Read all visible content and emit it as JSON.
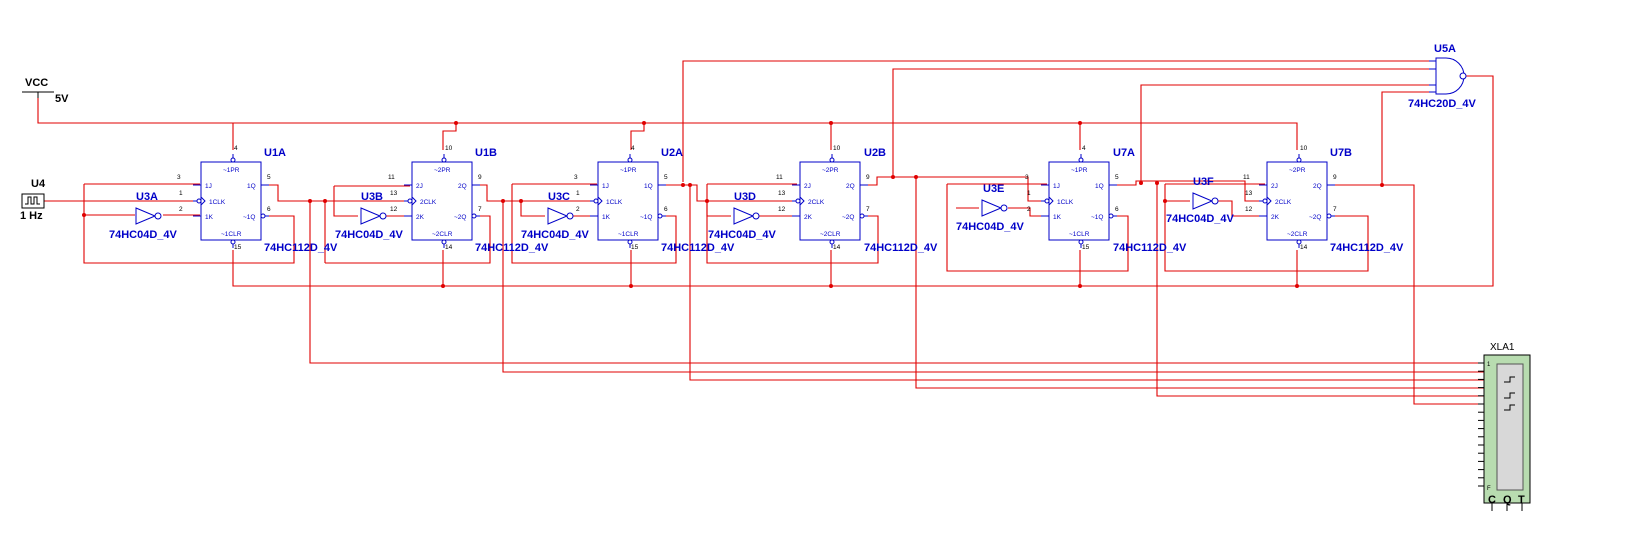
{
  "power": {
    "name": "VCC",
    "value": "5V"
  },
  "clock": {
    "name": "U4",
    "freq": "1 Hz"
  },
  "flipflops": [
    {
      "ref": "U1A",
      "part": "74HC112D_4V",
      "clk": "1CLK",
      "j": "1J",
      "k": "1K",
      "q": "1Q",
      "qn": "~1Q",
      "pr": "~1PR",
      "clr": "~1CLR",
      "pj": "3",
      "pc": "1",
      "pk": "2",
      "pq": "5",
      "pqn": "6",
      "ppr": "4",
      "pclr": "15"
    },
    {
      "ref": "U1B",
      "part": "74HC112D_4V",
      "clk": "2CLK",
      "j": "2J",
      "k": "2K",
      "q": "2Q",
      "qn": "~2Q",
      "pr": "~2PR",
      "clr": "~2CLR",
      "pj": "11",
      "pc": "13",
      "pk": "12",
      "pq": "9",
      "pqn": "7",
      "ppr": "10",
      "pclr": "14"
    },
    {
      "ref": "U2A",
      "part": "74HC112D_4V",
      "clk": "1CLK",
      "j": "1J",
      "k": "1K",
      "q": "1Q",
      "qn": "~1Q",
      "pr": "~1PR",
      "clr": "~1CLR",
      "pj": "3",
      "pc": "1",
      "pk": "2",
      "pq": "5",
      "pqn": "6",
      "ppr": "4",
      "pclr": "15"
    },
    {
      "ref": "U2B",
      "part": "74HC112D_4V",
      "clk": "2CLK",
      "j": "2J",
      "k": "2K",
      "q": "2Q",
      "qn": "~2Q",
      "pr": "~2PR",
      "clr": "~2CLR",
      "pj": "11",
      "pc": "13",
      "pk": "12",
      "pq": "9",
      "pqn": "7",
      "ppr": "10",
      "pclr": "14"
    },
    {
      "ref": "U7A",
      "part": "74HC112D_4V",
      "clk": "1CLK",
      "j": "1J",
      "k": "1K",
      "q": "1Q",
      "qn": "~1Q",
      "pr": "~1PR",
      "clr": "~1CLR",
      "pj": "3",
      "pc": "1",
      "pk": "2",
      "pq": "5",
      "pqn": "6",
      "ppr": "4",
      "pclr": "15"
    },
    {
      "ref": "U7B",
      "part": "74HC112D_4V",
      "clk": "2CLK",
      "j": "2J",
      "k": "2K",
      "q": "2Q",
      "qn": "~2Q",
      "pr": "~2PR",
      "clr": "~2CLR",
      "pj": "11",
      "pc": "13",
      "pk": "12",
      "pq": "9",
      "pqn": "7",
      "ppr": "10",
      "pclr": "14"
    }
  ],
  "inverters": [
    {
      "ref": "U3A",
      "part": "74HC04D_4V"
    },
    {
      "ref": "U3B",
      "part": "74HC04D_4V"
    },
    {
      "ref": "U3C",
      "part": "74HC04D_4V"
    },
    {
      "ref": "U3D",
      "part": "74HC04D_4V"
    },
    {
      "ref": "U3E",
      "part": "74HC04D_4V"
    },
    {
      "ref": "U3F",
      "part": "74HC04D_4V"
    }
  ],
  "nand_gate": {
    "ref": "U5A",
    "part": "74HC20D_4V"
  },
  "analyzer": {
    "ref": "XLA1",
    "first_pin": "1",
    "last_pin": "F",
    "bottom_pins": [
      "C",
      "Q",
      "T"
    ]
  }
}
